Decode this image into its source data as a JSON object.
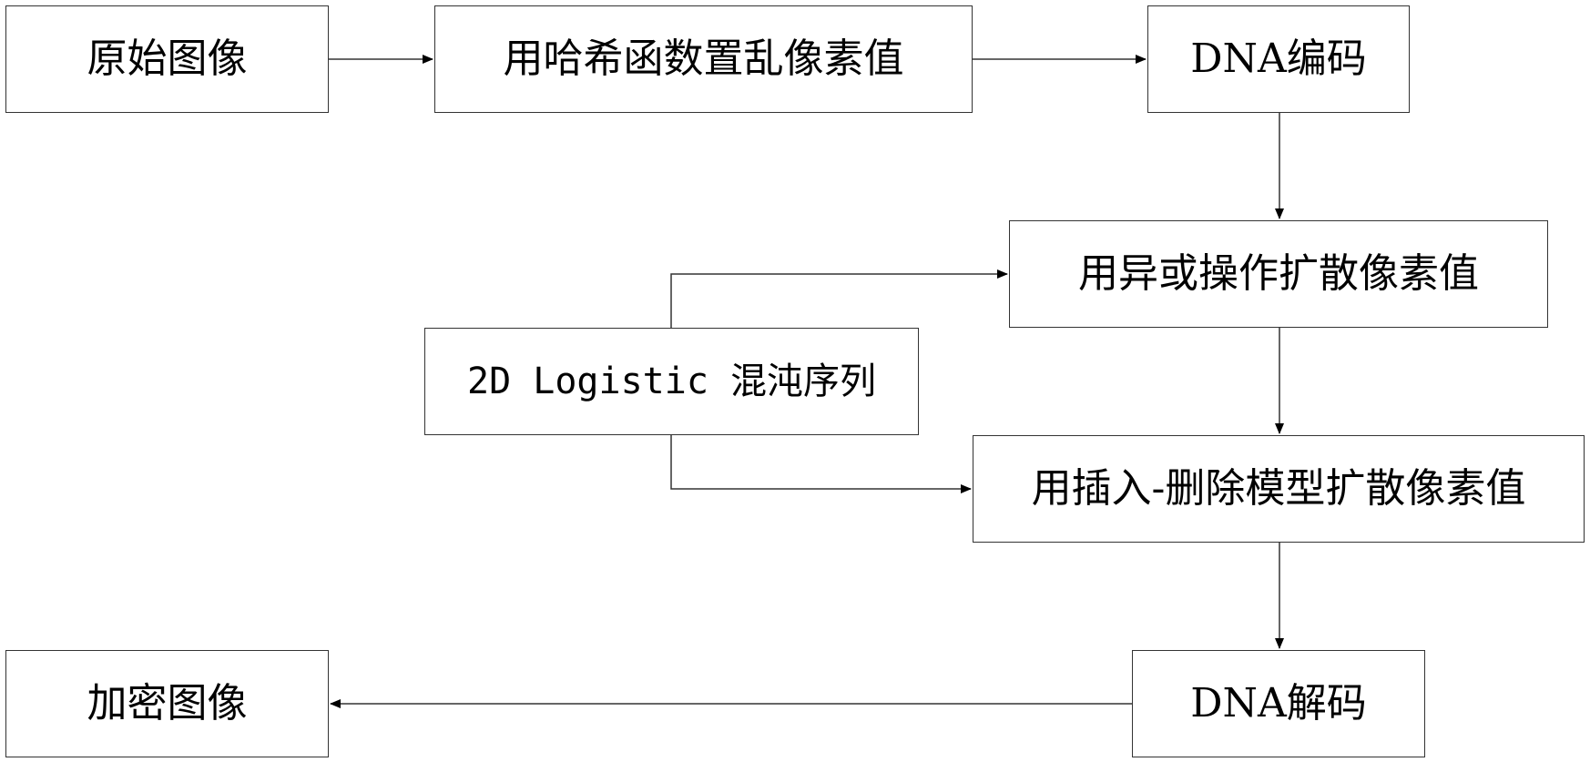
{
  "diagram": {
    "type": "flowchart",
    "nodes": {
      "original_image": "原始图像",
      "hash_scramble": "用哈希函数置乱像素值",
      "dna_encode": "DNA编码",
      "xor_diffuse": "用异或操作扩散像素值",
      "logistic_sequence": "2D Logistic 混沌序列",
      "insert_delete_diffuse": "用插入-删除模型扩散像素值",
      "dna_decode": "DNA解码",
      "encrypted_image": "加密图像"
    },
    "edges": [
      [
        "original_image",
        "hash_scramble"
      ],
      [
        "hash_scramble",
        "dna_encode"
      ],
      [
        "dna_encode",
        "xor_diffuse"
      ],
      [
        "logistic_sequence",
        "xor_diffuse"
      ],
      [
        "xor_diffuse",
        "insert_delete_diffuse"
      ],
      [
        "logistic_sequence",
        "insert_delete_diffuse"
      ],
      [
        "insert_delete_diffuse",
        "dna_decode"
      ],
      [
        "dna_decode",
        "encrypted_image"
      ]
    ],
    "line_color": "#333333"
  }
}
